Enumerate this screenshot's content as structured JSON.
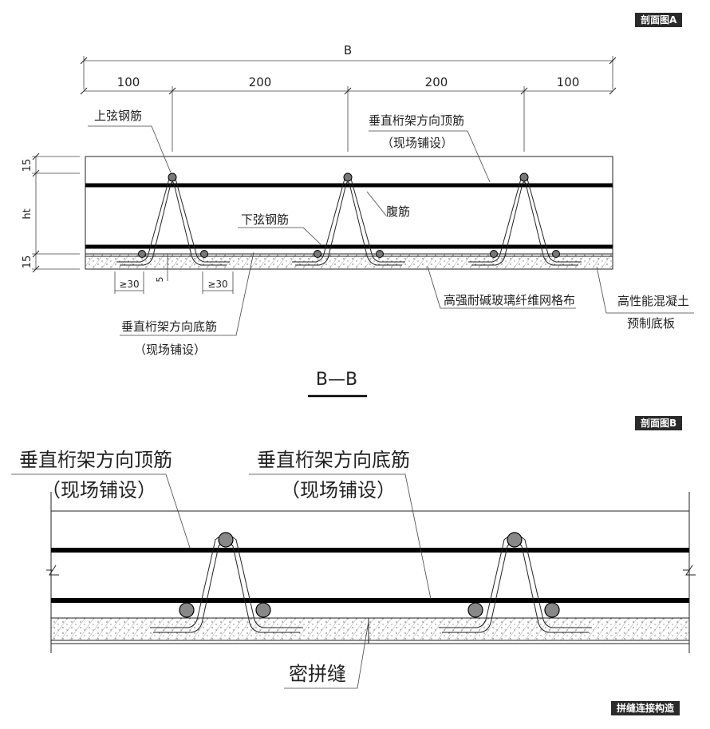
{
  "tags": {
    "section_a": "剖面图A",
    "section_b": "剖面图B",
    "joint": "拼缝连接构造"
  },
  "section_a": {
    "overall_dim": "B",
    "dims": [
      "100",
      "200",
      "200",
      "100"
    ],
    "left_dims": [
      "15",
      "ht",
      "15"
    ],
    "dim_5": "5",
    "lap_1": "≥30",
    "lap_2": "≥30",
    "labels": {
      "top_chord": "上弦钢筋",
      "top_bar_1": "垂直桁架方向顶筋",
      "top_bar_2": "（现场铺设）",
      "web_bar": "腹筋",
      "bottom_chord": "下弦钢筋",
      "mesh": "高强耐碱玻璃纤维网格布",
      "concrete_1": "高性能混凝土",
      "concrete_2": "预制底板",
      "bottom_bar_1": "垂直桁架方向底筋",
      "bottom_bar_2": "（现场铺设）"
    },
    "title": "B—B"
  },
  "section_b": {
    "labels": {
      "top_bar_1": "垂直桁架方向顶筋",
      "top_bar_2": "（现场铺设）",
      "bottom_bar_1": "垂直桁架方向底筋",
      "bottom_bar_2": "（现场铺设）",
      "joint": "密拼缝"
    }
  }
}
